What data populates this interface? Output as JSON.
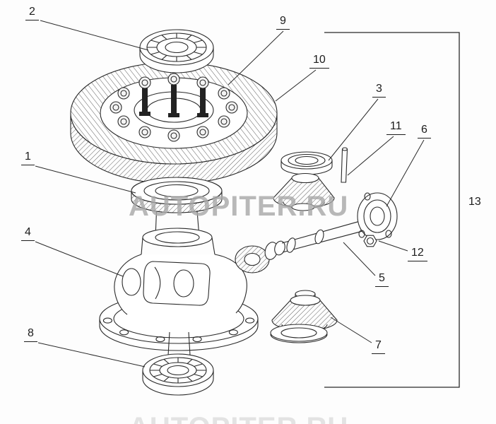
{
  "watermark": {
    "text": "AUTOPITER.RU"
  },
  "callouts": [
    {
      "label": "1"
    },
    {
      "label": "2"
    },
    {
      "label": "3"
    },
    {
      "label": "4"
    },
    {
      "label": "5"
    },
    {
      "label": "6"
    },
    {
      "label": "7"
    },
    {
      "label": "8"
    },
    {
      "label": "9"
    },
    {
      "label": "10"
    },
    {
      "label": "11"
    },
    {
      "label": "12"
    },
    {
      "label": "13"
    }
  ],
  "colors": {
    "line": "#2a2a2a",
    "watermark": "#a8a8a8",
    "background": "#fdfdfd"
  }
}
